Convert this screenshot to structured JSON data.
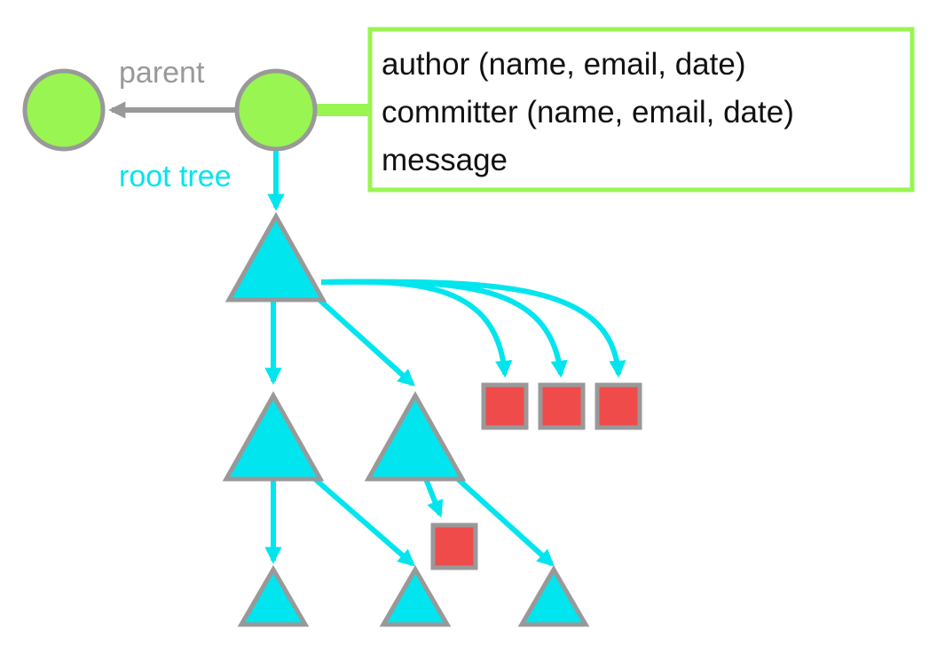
{
  "labels": {
    "parent": "parent",
    "root_tree": "root tree"
  },
  "commit_fields": [
    "author (name, email, date)",
    "committer (name, email, date)",
    "message"
  ],
  "colors": {
    "commit_node": "#99f551",
    "commit_box_border": "#99f551",
    "node_outline": "#999999",
    "parent_arrow": "#999999",
    "tree_fill": "#00e5ee",
    "tree_arrow": "#00e5ee",
    "blob_fill": "#f04b4b",
    "text": "#111111",
    "parent_text": "#999999",
    "root_tree_text": "#00e5ee"
  }
}
